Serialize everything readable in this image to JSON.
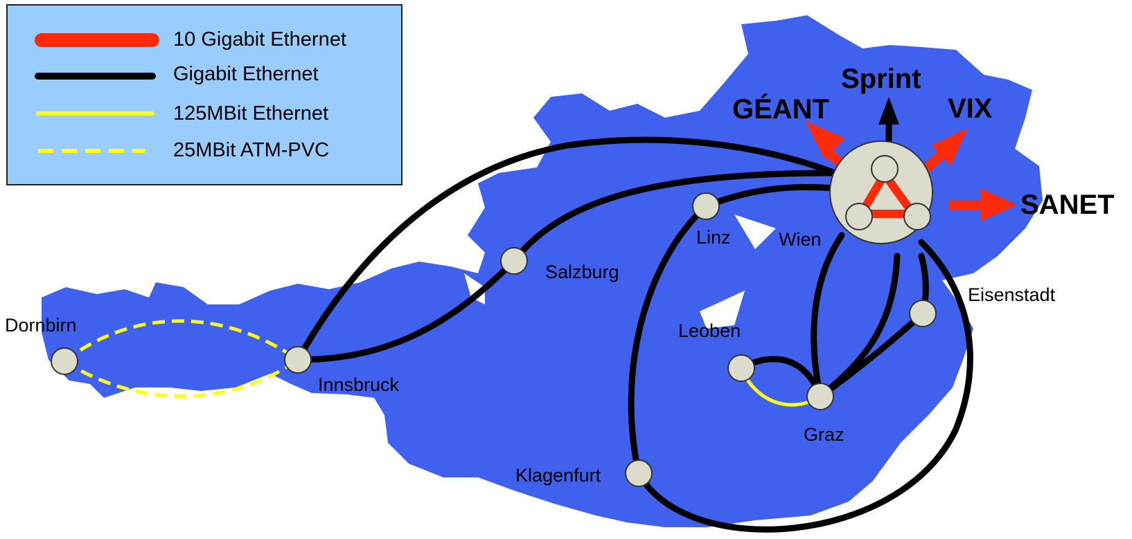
{
  "legend": {
    "items": [
      {
        "label": "10 Gigabit Ethernet",
        "color": "#ff2a0a",
        "style": "thick"
      },
      {
        "label": "Gigabit Ethernet",
        "color": "#000000",
        "style": "solid"
      },
      {
        "label": "125MBit Ethernet",
        "color": "#ffff1a",
        "style": "solid"
      },
      {
        "label": "25MBit ATM-PVC",
        "color": "#ffff1a",
        "style": "dashed"
      }
    ]
  },
  "cities": {
    "dornbirn": "Dornbirn",
    "innsbruck": "Innsbruck",
    "salzburg": "Salzburg",
    "linz": "Linz",
    "wien": "Wien",
    "eisenstadt": "Eisenstadt",
    "leoben": "Leoben",
    "graz": "Graz",
    "klagenfurt": "Klagenfurt"
  },
  "external": {
    "sprint": "Sprint",
    "geant": "GÉANT",
    "vix": "VIX",
    "sanet": "SANET"
  },
  "colors": {
    "map": "#4060ee",
    "legend_bg": "#99ccff",
    "node_fill": "#dcdccc",
    "ten_gig": "#ff2a0a",
    "gig": "#000000",
    "slow": "#ffff1a"
  }
}
